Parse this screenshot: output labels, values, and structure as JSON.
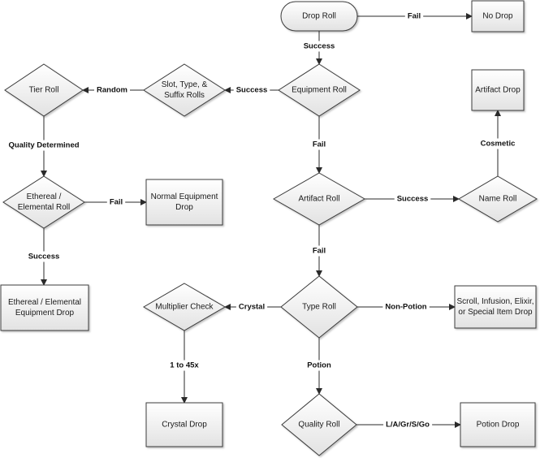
{
  "nodes": [
    {
      "id": "drop-roll",
      "shape": "terminal",
      "lines": [
        "Drop Roll"
      ]
    },
    {
      "id": "no-drop",
      "shape": "rect",
      "lines": [
        "No Drop"
      ]
    },
    {
      "id": "equipment-roll",
      "shape": "diamond",
      "lines": [
        "Equipment Roll"
      ]
    },
    {
      "id": "slot-type-suffix-rolls",
      "shape": "diamond",
      "lines": [
        "Slot, Type, &",
        "Suffix Rolls"
      ]
    },
    {
      "id": "tier-roll",
      "shape": "diamond",
      "lines": [
        "Tier Roll"
      ]
    },
    {
      "id": "artifact-drop",
      "shape": "rect",
      "lines": [
        "Artifact Drop"
      ]
    },
    {
      "id": "ethereal-elemental-roll",
      "shape": "diamond",
      "lines": [
        "Ethereal /",
        "Elemental Roll"
      ]
    },
    {
      "id": "normal-equipment-drop",
      "shape": "rect",
      "lines": [
        "Normal Equipment",
        "Drop"
      ]
    },
    {
      "id": "artifact-roll",
      "shape": "diamond",
      "lines": [
        "Artifact Roll"
      ]
    },
    {
      "id": "name-roll",
      "shape": "diamond",
      "lines": [
        "Name Roll"
      ]
    },
    {
      "id": "ethereal-elemental-equipment-drop",
      "shape": "rect",
      "lines": [
        "Ethereal / Elemental",
        "Equipment Drop"
      ]
    },
    {
      "id": "multiplier-check",
      "shape": "diamond",
      "lines": [
        "Multiplier Check"
      ]
    },
    {
      "id": "type-roll",
      "shape": "diamond",
      "lines": [
        "Type Roll"
      ]
    },
    {
      "id": "scroll-drop",
      "shape": "rect",
      "lines": [
        "Scroll, Infusion, Elixir,",
        "or Special Item Drop"
      ]
    },
    {
      "id": "crystal-drop",
      "shape": "rect",
      "lines": [
        "Crystal Drop"
      ]
    },
    {
      "id": "quality-roll",
      "shape": "diamond",
      "lines": [
        "Quality Roll"
      ]
    },
    {
      "id": "potion-drop",
      "shape": "rect",
      "lines": [
        "Potion Drop"
      ]
    }
  ],
  "edges": [
    {
      "from": "drop-roll",
      "to": "no-drop",
      "label": "Fail"
    },
    {
      "from": "drop-roll",
      "to": "equipment-roll",
      "label": "Success"
    },
    {
      "from": "equipment-roll",
      "to": "slot-type-suffix-rolls",
      "label": "Success"
    },
    {
      "from": "slot-type-suffix-rolls",
      "to": "tier-roll",
      "label": "Random"
    },
    {
      "from": "tier-roll",
      "to": "ethereal-elemental-roll",
      "label": "Quality Determined"
    },
    {
      "from": "ethereal-elemental-roll",
      "to": "normal-equipment-drop",
      "label": "Fail"
    },
    {
      "from": "ethereal-elemental-roll",
      "to": "ethereal-elemental-equipment-drop",
      "label": "Success"
    },
    {
      "from": "equipment-roll",
      "to": "artifact-roll",
      "label": "Fail"
    },
    {
      "from": "artifact-roll",
      "to": "name-roll",
      "label": "Success"
    },
    {
      "from": "name-roll",
      "to": "artifact-drop",
      "label": "Cosmetic"
    },
    {
      "from": "artifact-roll",
      "to": "type-roll",
      "label": "Fail"
    },
    {
      "from": "type-roll",
      "to": "multiplier-check",
      "label": "Crystal"
    },
    {
      "from": "type-roll",
      "to": "scroll-drop",
      "label": "Non-Potion"
    },
    {
      "from": "multiplier-check",
      "to": "crystal-drop",
      "label": "1 to 45x"
    },
    {
      "from": "type-roll",
      "to": "quality-roll",
      "label": "Potion"
    },
    {
      "from": "quality-roll",
      "to": "potion-drop",
      "label": "L/A/Gr/S/Go"
    }
  ]
}
